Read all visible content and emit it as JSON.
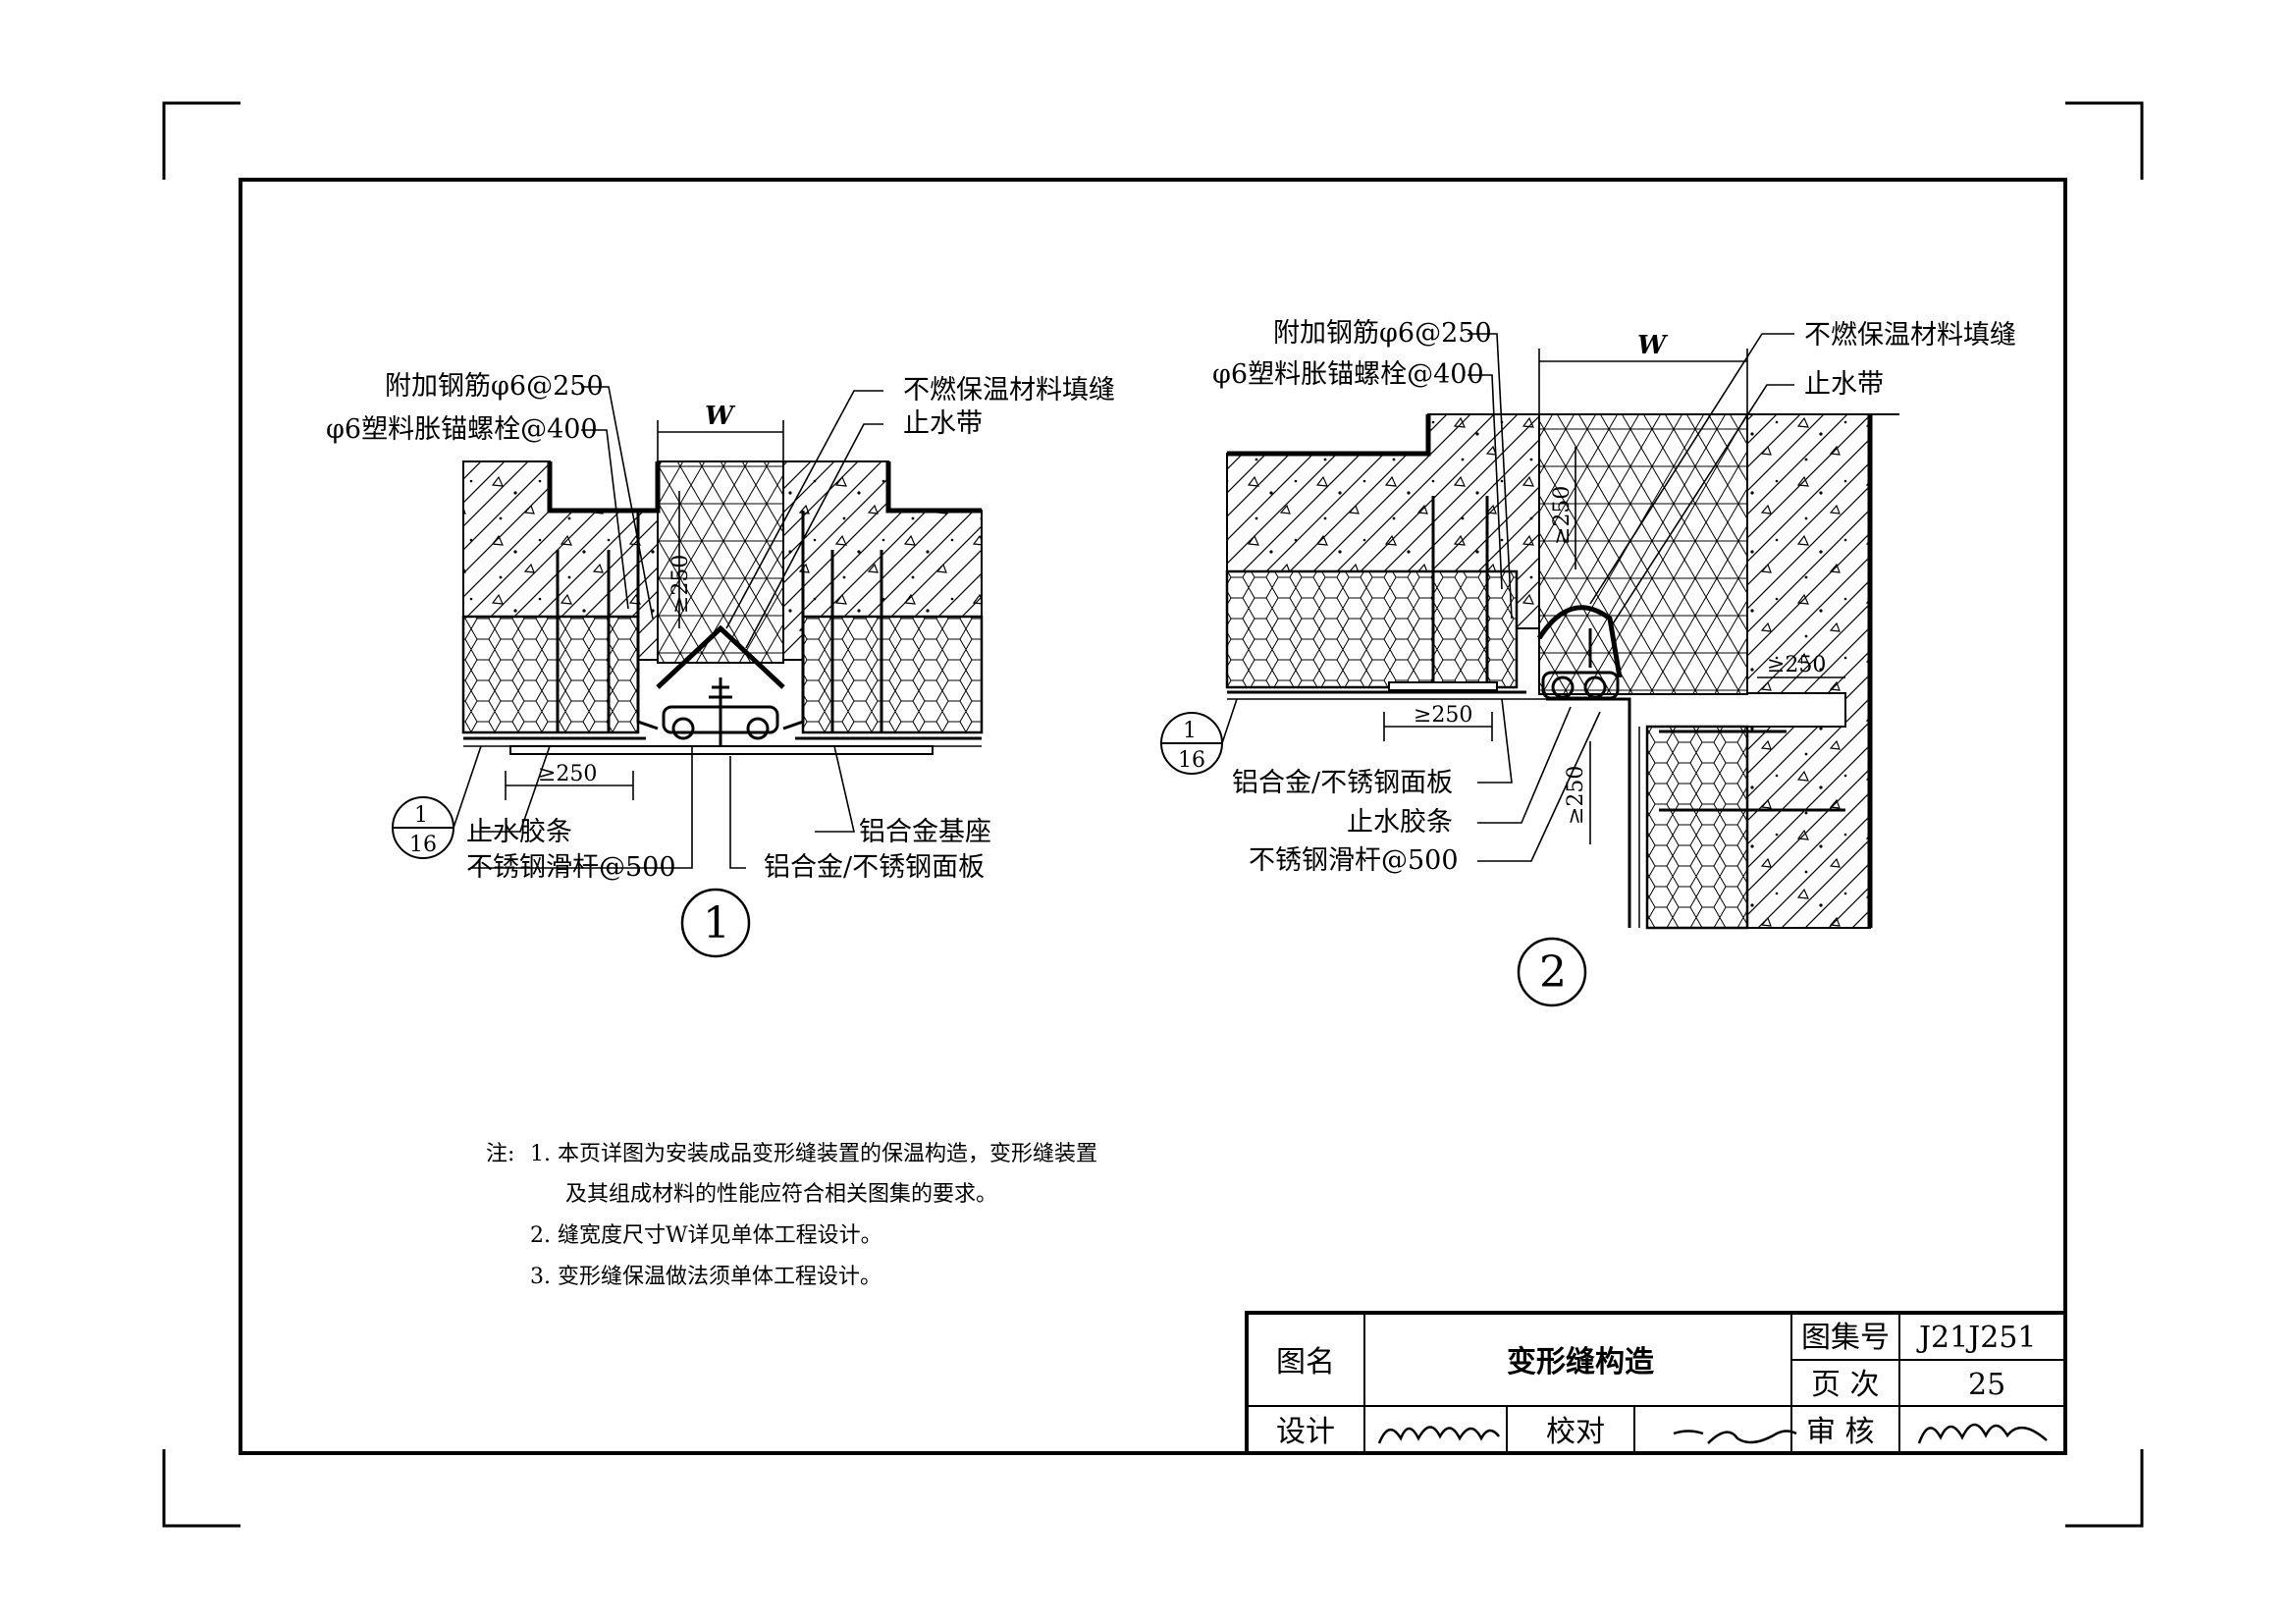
{
  "detail1": {
    "number": "1",
    "callouts": {
      "rebar": "附加钢筋φ6@250",
      "anchor": "φ6塑料胀锚螺栓@400",
      "insulation_fill": "不燃保温材料填缝",
      "waterstop": "止水带",
      "rubber_strip": "止水胶条",
      "slide_rod": "不锈钢滑杆@500",
      "base": "铝合金基座",
      "panel": "铝合金/不锈钢面板"
    },
    "dims": {
      "w": "W",
      "min250_v": "≥250",
      "min250_h": "≥250"
    },
    "ref": {
      "top": "1",
      "bottom": "16"
    }
  },
  "detail2": {
    "number": "2",
    "callouts": {
      "rebar": "附加钢筋φ6@250",
      "anchor": "φ6塑料胀锚螺栓@400",
      "insulation_fill": "不燃保温材料填缝",
      "waterstop": "止水带",
      "panel": "铝合金/不锈钢面板",
      "rubber_strip": "止水胶条",
      "slide_rod": "不锈钢滑杆@500"
    },
    "dims": {
      "w": "W",
      "min250_v": "≥250",
      "min250_h": "≥250",
      "min250_h2": "≥250",
      "min250_v2": "≥250"
    },
    "ref": {
      "top": "1",
      "bottom": "16"
    }
  },
  "notes": {
    "prefix": "注:",
    "items": [
      "1.  本页详图为安装成品变形缝装置的保温构造，变形缝装置",
      "及其组成材料的性能应符合相关图集的要求。",
      "2.  缝宽度尺寸W详见单体工程设计。",
      "3.  变形缝保温做法须单体工程设计。"
    ]
  },
  "title_block": {
    "name_label": "图名",
    "name": "变形缝构造",
    "atlas_label": "图集号",
    "atlas_no": "J21J251",
    "page_label": "页  次",
    "page_no": "25",
    "design_label": "设计",
    "check_label": "校对",
    "review_label": "审  核"
  }
}
